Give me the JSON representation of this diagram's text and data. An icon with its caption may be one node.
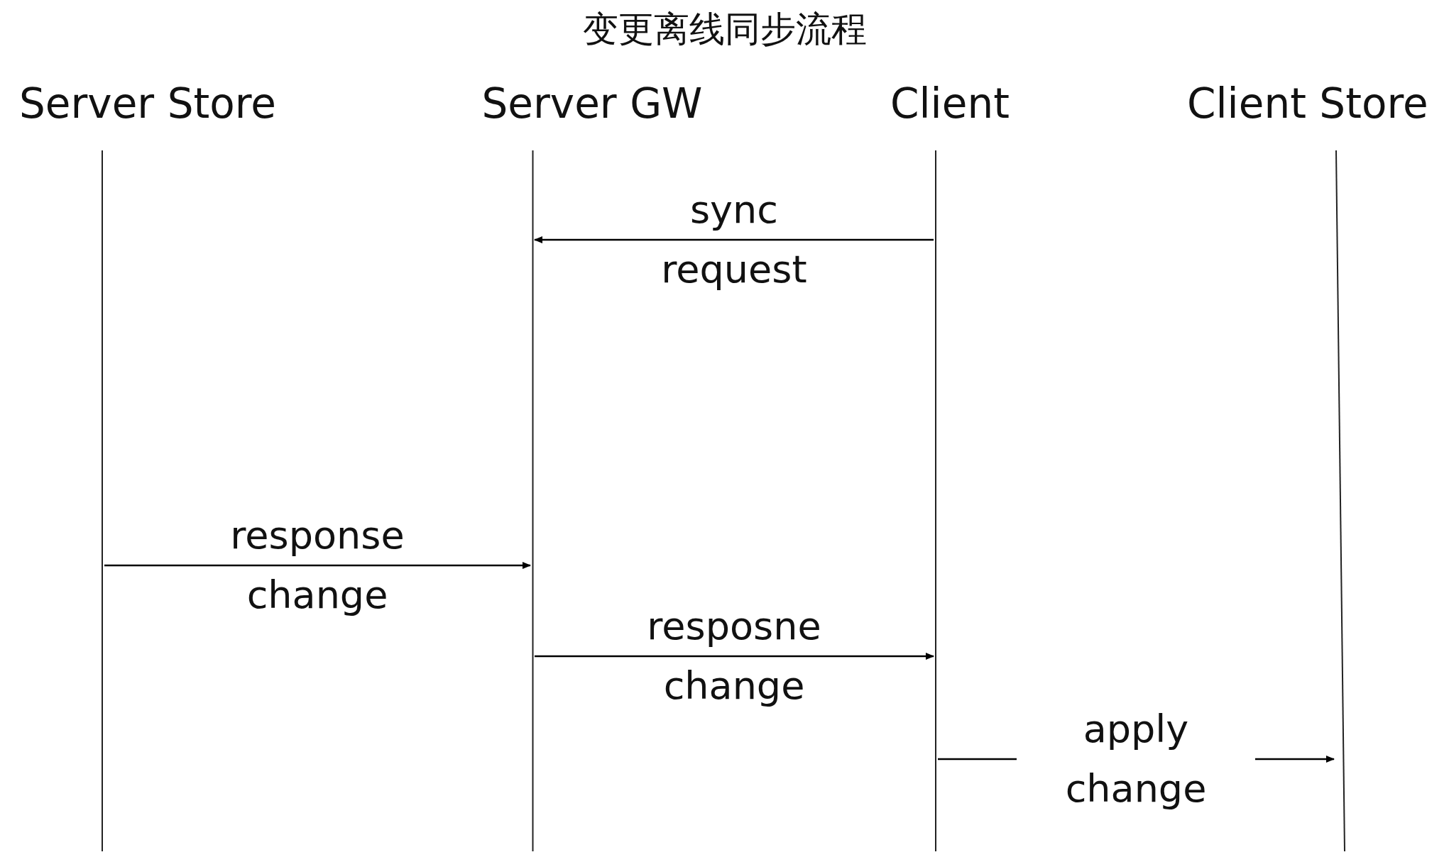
{
  "diagram": {
    "title": "变更离线同步流程",
    "nodes": [
      {
        "text": [
          "Server Store"
        ]
      },
      {
        "text": [
          "Server GW"
        ]
      },
      {
        "text": [
          "Client"
        ]
      },
      {
        "text": [
          "Client Store"
        ]
      }
    ],
    "edges": [
      {
        "from": 2,
        "to": 1,
        "arrow": "to",
        "label": "sync request"
      },
      {
        "from": 0,
        "to": 1,
        "arrow": "to",
        "label": "response change"
      },
      {
        "from": 1,
        "to": 2,
        "arrow": "to",
        "label": "resposne change"
      },
      {
        "from": 2,
        "to": 3,
        "arrow": "to",
        "label": "apply change"
      }
    ]
  }
}
